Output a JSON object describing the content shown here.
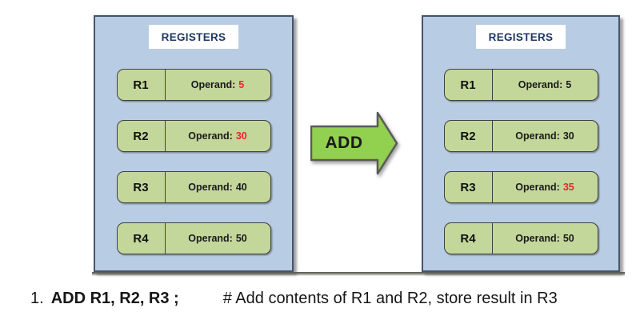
{
  "figure": {
    "panels": [
      {
        "side": "left",
        "title": "REGISTERS",
        "registers": [
          {
            "name": "R1",
            "label": "Operand:",
            "value": "5",
            "value_color": "#e8262a"
          },
          {
            "name": "R2",
            "label": "Operand:",
            "value": "30",
            "value_color": "#e8262a"
          },
          {
            "name": "R3",
            "label": "Operand:",
            "value": "40",
            "value_color": "#1a1a1a"
          },
          {
            "name": "R4",
            "label": "Operand:",
            "value": "50",
            "value_color": "#1a1a1a"
          }
        ]
      },
      {
        "side": "right",
        "title": "REGISTERS",
        "registers": [
          {
            "name": "R1",
            "label": "Operand:",
            "value": "5",
            "value_color": "#1a1a1a"
          },
          {
            "name": "R2",
            "label": "Operand:",
            "value": "30",
            "value_color": "#1a1a1a"
          },
          {
            "name": "R3",
            "label": "Operand:",
            "value": "35",
            "value_color": "#e8262a"
          },
          {
            "name": "R4",
            "label": "Operand:",
            "value": "50",
            "value_color": "#1a1a1a"
          }
        ]
      }
    ],
    "arrow": {
      "label": "ADD",
      "fill": "#92d050",
      "stroke": "#5a5a5a"
    },
    "caption": {
      "number": "1.",
      "instruction": "ADD R1, R2, R3 ;",
      "comment": "# Add contents of R1 and R2, store result in R3"
    },
    "colors": {
      "panel_background": "#b8cce4",
      "panel_border": "#44546a",
      "register_fill": "#c4d79b",
      "register_border": "#404040",
      "title_text": "#1f3864",
      "highlight_red": "#e8262a",
      "arrow_green": "#92d050"
    }
  }
}
